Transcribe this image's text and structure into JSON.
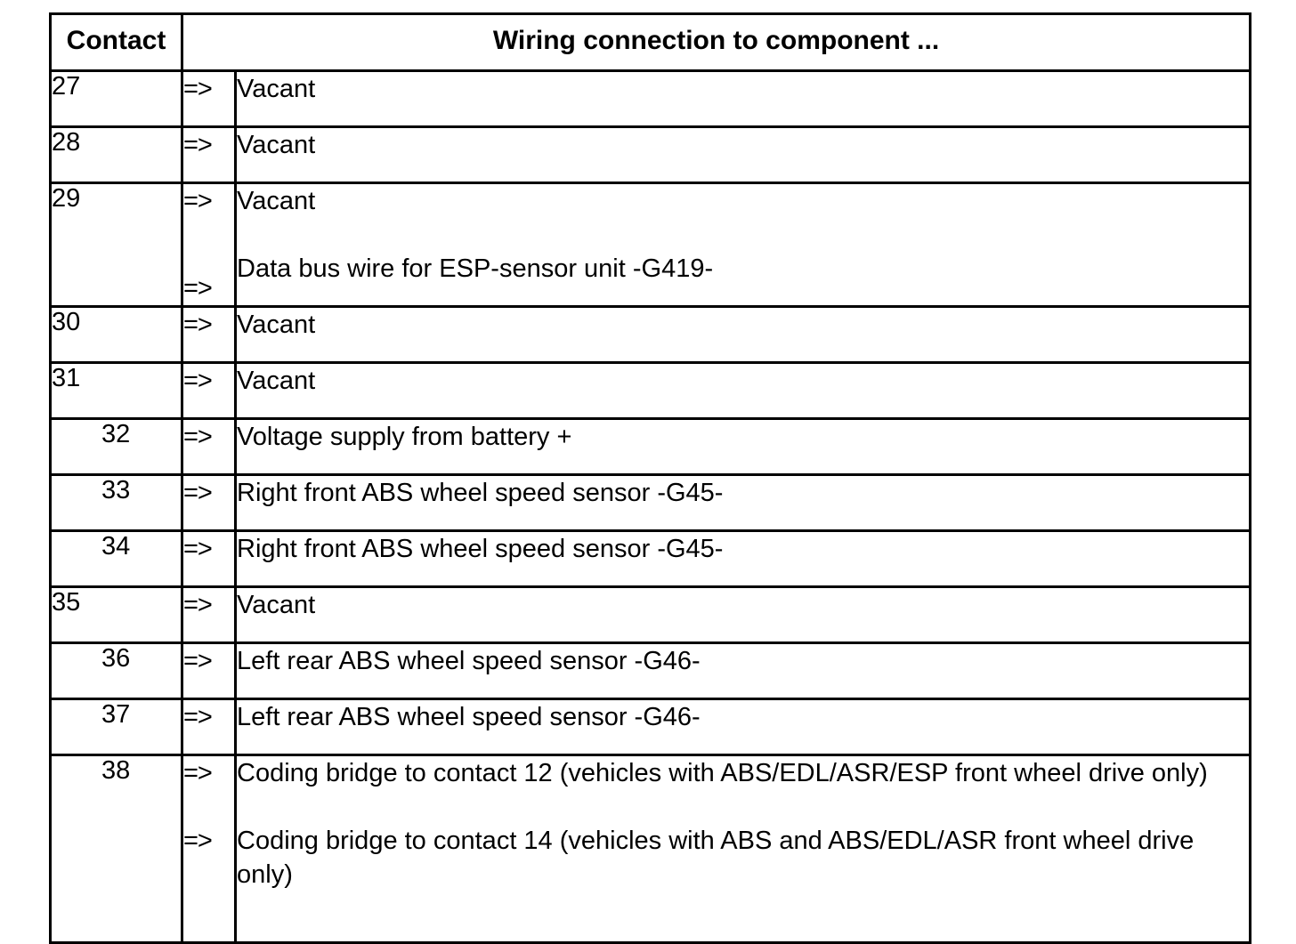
{
  "table": {
    "headers": {
      "contact": "Contact",
      "description": "Wiring connection to component ..."
    },
    "arrow_symbol": "=>",
    "rows": [
      {
        "contact": "27",
        "indented": false,
        "entries": [
          "Vacant"
        ]
      },
      {
        "contact": "28",
        "indented": false,
        "entries": [
          "Vacant"
        ]
      },
      {
        "contact": "29",
        "indented": false,
        "entries": [
          "Vacant",
          "Data bus wire for ESP-sensor unit -G419-"
        ]
      },
      {
        "contact": "30",
        "indented": false,
        "entries": [
          "Vacant"
        ]
      },
      {
        "contact": "31",
        "indented": false,
        "entries": [
          "Vacant"
        ]
      },
      {
        "contact": "32",
        "indented": true,
        "entries": [
          "Voltage supply from battery +"
        ]
      },
      {
        "contact": "33",
        "indented": true,
        "entries": [
          "Right front ABS wheel speed sensor -G45-"
        ]
      },
      {
        "contact": "34",
        "indented": true,
        "entries": [
          "Right front ABS wheel speed sensor -G45-"
        ]
      },
      {
        "contact": "35",
        "indented": false,
        "entries": [
          "Vacant"
        ]
      },
      {
        "contact": "36",
        "indented": true,
        "entries": [
          "Left rear ABS wheel speed sensor -G46-"
        ]
      },
      {
        "contact": "37",
        "indented": true,
        "entries": [
          "Left rear ABS wheel speed sensor -G46-"
        ]
      },
      {
        "contact": "38",
        "indented": true,
        "entries": [
          "Coding bridge to contact 12 (vehicles with ABS/EDL/ASR/ESP front wheel drive only)",
          "Coding bridge to contact 14 (vehicles with ABS and ABS/EDL/ASR front wheel drive only)"
        ]
      }
    ]
  }
}
